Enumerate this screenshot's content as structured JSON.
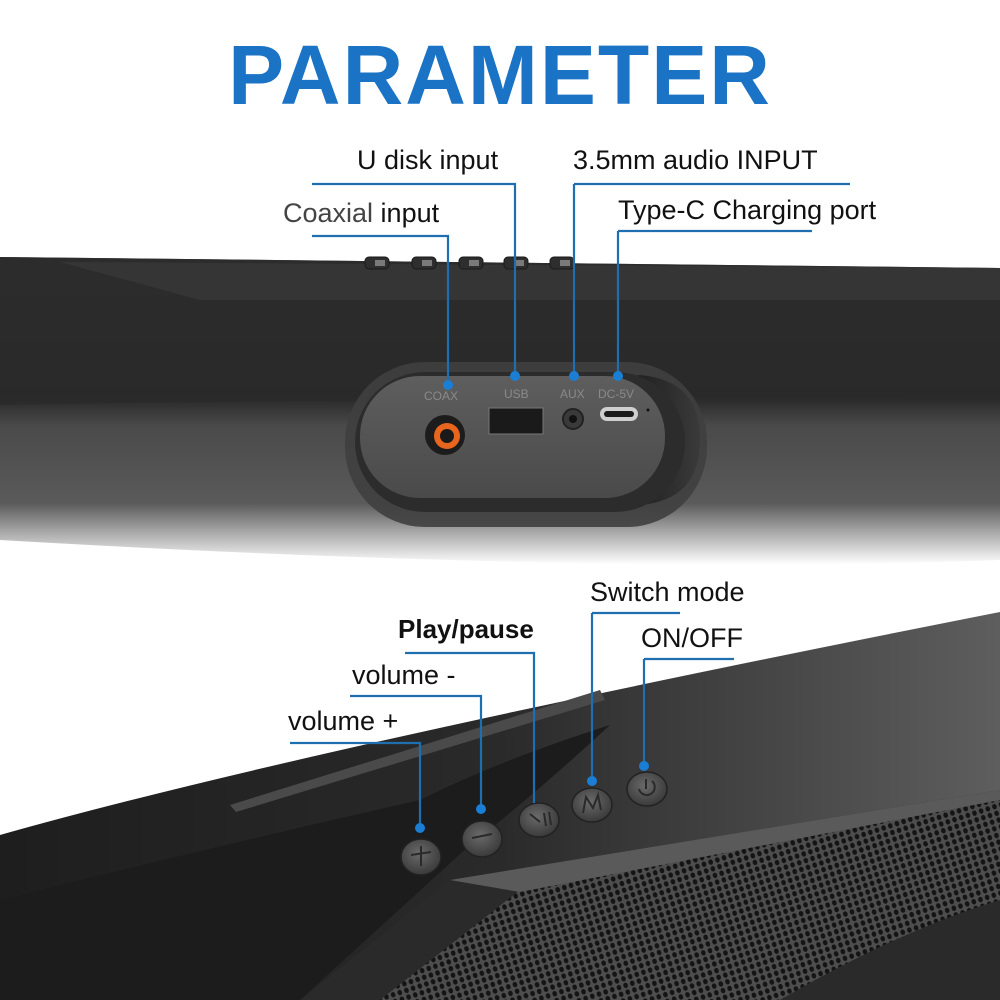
{
  "title": "PARAMETER",
  "colors": {
    "title_blue": "#1a73c4",
    "leader_line": "#1f6fb0",
    "leader_dot": "#1a7ed4",
    "body_dark": "#2b2b2b",
    "coax_ring": "#e8651d"
  },
  "rear_panel": {
    "callouts": [
      {
        "id": "coax",
        "label_prefix": "Coaxial",
        "label_suffix": " input",
        "port_label": "COAX"
      },
      {
        "id": "usb",
        "label": "U disk input",
        "port_label": "USB"
      },
      {
        "id": "aux",
        "label": "3.5mm audio INPUT",
        "port_label": "AUX"
      },
      {
        "id": "typec",
        "label": "Type-C Charging port",
        "port_label": "DC-5V"
      }
    ]
  },
  "control_panel": {
    "callouts": [
      {
        "id": "vol_up",
        "label": "volume +",
        "icon": "plus-icon"
      },
      {
        "id": "vol_down",
        "label": "volume -",
        "icon": "minus-icon"
      },
      {
        "id": "play_pause",
        "label": "Play/pause",
        "icon": "play-pause-icon"
      },
      {
        "id": "mode",
        "label": "Switch mode",
        "icon": "m-icon"
      },
      {
        "id": "power",
        "label": "ON/OFF",
        "icon": "power-icon"
      }
    ]
  }
}
